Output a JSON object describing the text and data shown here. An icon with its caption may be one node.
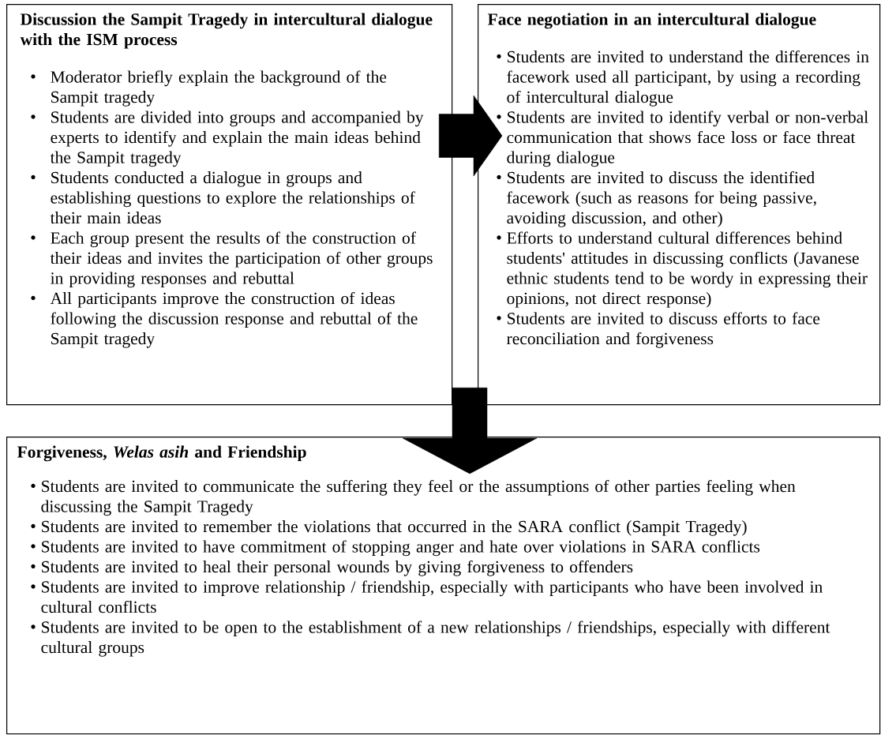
{
  "diagram": {
    "nodes": [
      {
        "text": [
          "Discussion the Sampit Tragedy in intercultural dialogue with the ISM process",
          "Moderator briefly explain the background of the Sampit tragedy",
          "Students are divided into groups and accompanied by experts to identify and explain the main ideas behind the Sampit tragedy",
          "Students conducted a dialogue in groups and establishing questions to explore the relationships of their main ideas",
          "Each group present the results of the construction of their ideas and invites the participation of other groups in providing responses and rebuttal",
          "All participants improve the construction of ideas following the discussion response and rebuttal of the Sampit tragedy"
        ]
      },
      {
        "text": [
          "Face negotiation in an intercultural dialogue",
          "Students are invited to understand the differences in facework used all participant, by using a recording of intercultural dialogue",
          "Students are invited to identify verbal or non-verbal communication that shows face loss or face threat during dialogue",
          "Students are invited to discuss the identified facework (such as reasons for being passive, avoiding discussion, and other)",
          "Efforts to understand cultural differences behind students' attitudes in discussing conflicts (Javanese ethnic students tend to be wordy in expressing their opinions, not direct response)",
          "Students are invited to discuss efforts to face reconciliation and forgiveness"
        ]
      },
      {
        "text": [
          "Forgiveness, *Welas asih* and Friendship",
          "Students are invited to communicate the suffering they feel or the assumptions of other parties feeling when discussing the Sampit Tragedy",
          "Students are invited to remember the violations that occurred in the SARA conflict (Sampit Tragedy)",
          "Students are invited to have commitment of stopping anger and hate over violations in SARA conflicts",
          "Students are invited to heal their personal wounds by giving forgiveness to offenders",
          "Students are invited to improve relationship / friendship, especially with participants who have been involved in cultural conflicts",
          "Students are invited to be open to the establishment of a new relationships / friendships, especially with different cultural groups"
        ]
      }
    ],
    "edges": [
      {
        "from": 0,
        "to": 1,
        "arrow": "to"
      },
      {
        "from": 1,
        "to": 2,
        "arrow": "to"
      }
    ]
  }
}
